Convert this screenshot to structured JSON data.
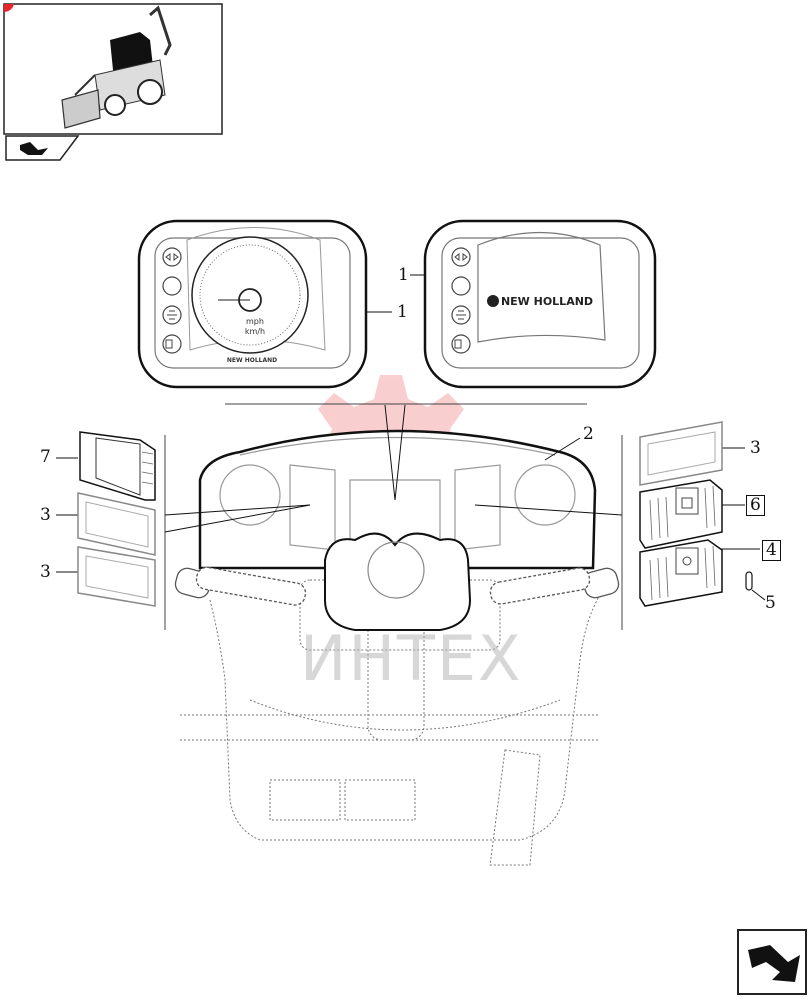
{
  "watermark": {
    "text": "ИНТЕХ",
    "color": "#e8252b"
  },
  "cluster_left": {
    "speedo_units_top": "mph",
    "speedo_units_bottom": "km/h",
    "brand": "NEW HOLLAND"
  },
  "cluster_right": {
    "brand": "NEW HOLLAND"
  },
  "callouts": {
    "c1a": "1",
    "c1b": "1",
    "c2": "2",
    "c3a": "3",
    "c3b": "3",
    "c3c": "3",
    "c4": "4",
    "c5": "5",
    "c6": "6",
    "c7": "7"
  },
  "icons": [
    "backhoe-loader-thumbnail-icon",
    "section-tab-icon",
    "next-page-arrow-icon"
  ]
}
